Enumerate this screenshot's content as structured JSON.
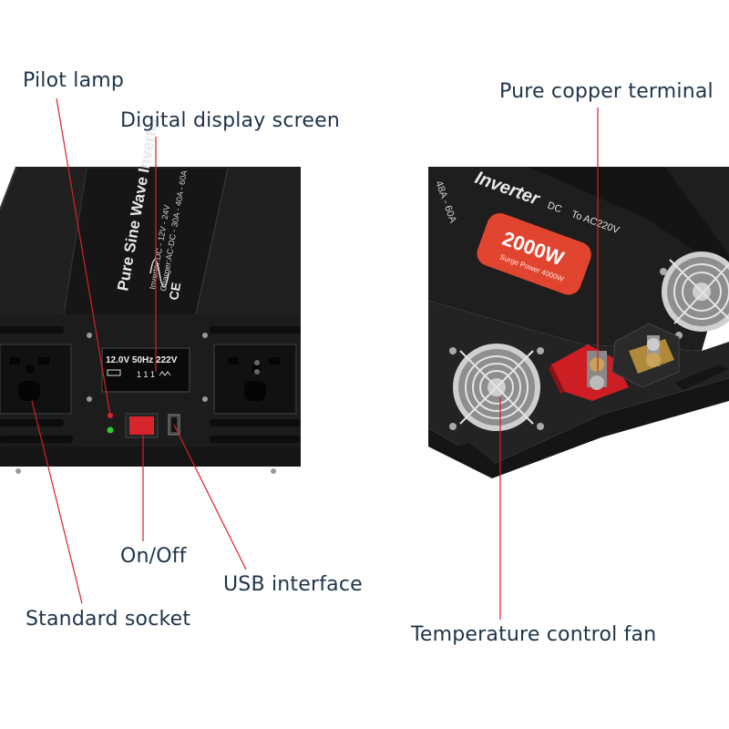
{
  "callouts": {
    "pilot_lamp": "Pilot lamp",
    "digital_display": "Digital display screen",
    "on_off": "On/Off",
    "usb_interface": "USB interface",
    "standard_socket": "Standard socket",
    "copper_terminal": "Pure copper terminal",
    "fan": "Temperature control fan"
  },
  "device_left": {
    "brand_text": "Pure Sine Wave Inverter",
    "spec_line_1": "Inverter:DC - 12V - 24V",
    "spec_line_2": "Charger:AC-DC - 30A - 40A - 60A",
    "ce_mark": "CE",
    "lcd_line_1": "12.0V 50Hz 222V",
    "lcd_line_2": "1 1 1"
  },
  "device_right": {
    "label_text": "Inverter",
    "spec_text": "48A - 60A",
    "dc_text": "DC",
    "ac_text": "To AC220V",
    "power_rating": "2000W",
    "surge_text": "Surge Power 4000W"
  },
  "colors": {
    "leader_line": "#d6202a",
    "label_text": "#1f3349",
    "device_body": "#1a1a1a",
    "badge_red": "#e2452f"
  }
}
